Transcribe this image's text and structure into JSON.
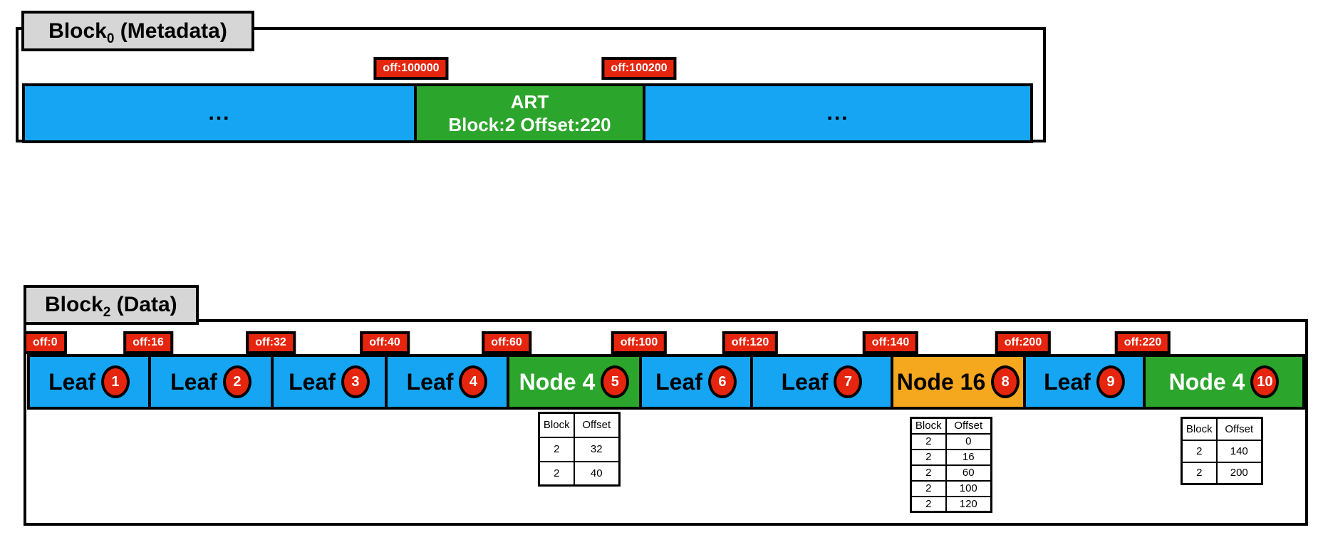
{
  "colors": {
    "blue": "#16a5f3",
    "green": "#2ba52b",
    "orange": "#f5a71e",
    "red": "#e6250e",
    "gray": "#d6d6d6"
  },
  "block0": {
    "title": {
      "prefix": "Block",
      "sub": "0",
      "suffix": " (Metadata)"
    },
    "offsets": [
      "off:100000",
      "off:100200"
    ],
    "segments": {
      "left_blue": {
        "label": "..."
      },
      "art": {
        "line1": "ART",
        "line2": "Block:2 Offset:220"
      },
      "right_blue": {
        "label": "..."
      }
    }
  },
  "block2": {
    "title": {
      "prefix": "Block",
      "sub": "2",
      "suffix": " (Data)"
    },
    "offsets": [
      "off:0",
      "off:16",
      "off:32",
      "off:40",
      "off:60",
      "off:100",
      "off:120",
      "off:140",
      "off:200",
      "off:220"
    ],
    "segments": [
      {
        "label": "Leaf",
        "num": "1"
      },
      {
        "label": "Leaf",
        "num": "2"
      },
      {
        "label": "Leaf",
        "num": "3"
      },
      {
        "label": "Leaf",
        "num": "4"
      },
      {
        "label": "Node 4",
        "num": "5"
      },
      {
        "label": "Leaf",
        "num": "6"
      },
      {
        "label": "Leaf",
        "num": "7"
      },
      {
        "label": "Node 16",
        "num": "8"
      },
      {
        "label": "Leaf",
        "num": "9"
      },
      {
        "label": "Node 4",
        "num": "10"
      }
    ],
    "tables": [
      {
        "headers": [
          "Block",
          "Offset"
        ],
        "rows": [
          [
            "2",
            "32"
          ],
          [
            "2",
            "40"
          ]
        ]
      },
      {
        "headers": [
          "Block",
          "Offset"
        ],
        "rows": [
          [
            "2",
            "0"
          ],
          [
            "2",
            "16"
          ],
          [
            "2",
            "60"
          ],
          [
            "2",
            "100"
          ],
          [
            "2",
            "120"
          ]
        ]
      },
      {
        "headers": [
          "Block",
          "Offset"
        ],
        "rows": [
          [
            "2",
            "140"
          ],
          [
            "2",
            "200"
          ]
        ]
      }
    ]
  }
}
